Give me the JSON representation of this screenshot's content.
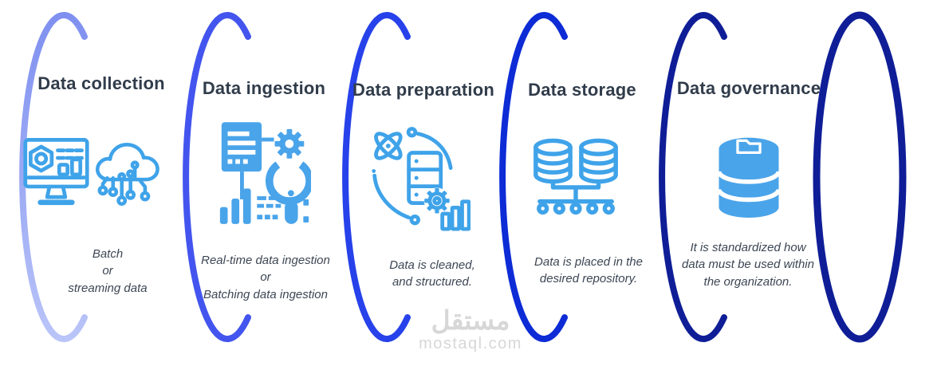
{
  "diagram": {
    "type": "pipeline",
    "stages": [
      {
        "label": "Data collection",
        "description": "Batch\nor\nstreaming data",
        "icon": "monitor-analytics-and-cloud-circuit",
        "arc_color": "#8c9df2"
      },
      {
        "label": "Data ingestion",
        "description": "Real-time data ingestion\nor\nBatching data ingestion",
        "icon": "document-gear-sync",
        "arc_color": "#4355ee"
      },
      {
        "label": "Data preparation",
        "description": "Data is cleaned,\nand structured.",
        "icon": "atom-server-gear-chart",
        "arc_color": "#2742ea"
      },
      {
        "label": "Data storage",
        "description": "Data is placed in the\ndesired repository.",
        "icon": "dual-database-network",
        "arc_color": "#0d2cd6"
      },
      {
        "label": "Data governance",
        "description": "It is  standardized how\ndata must be used within\nthe organization.",
        "icon": "database-with-folder",
        "arc_color": "#0f1e97"
      }
    ],
    "colors": {
      "stage1_arc_top": "#7f90f0",
      "stage1_arc_bottom": "#b9c4f8",
      "endcap": "#0f1e97",
      "icon_blue": "#3FA3E9",
      "icon_blue_filled": "#4AA4EA",
      "title_text": "#313c4b",
      "description_text": "#3c4654"
    }
  },
  "watermark": {
    "logo_text": "مستقل",
    "domain": "mostaql.com"
  }
}
